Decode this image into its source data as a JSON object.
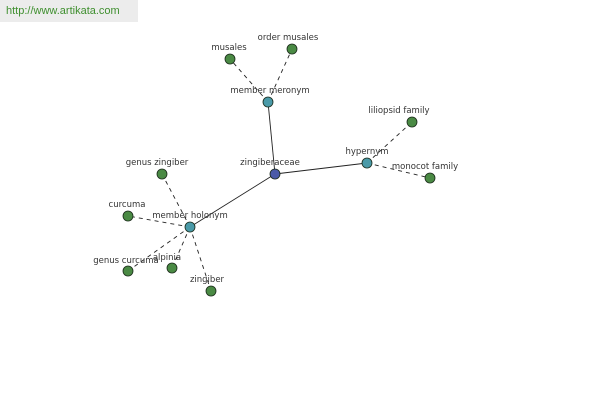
{
  "watermark": "http://www.artikata.com",
  "graph": {
    "nodes": [
      {
        "id": "zingiberaceae",
        "label": "zingiberaceae",
        "kind": "root"
      },
      {
        "id": "member-meronym",
        "label": "member meronym",
        "kind": "relation"
      },
      {
        "id": "hypernym",
        "label": "hypernym",
        "kind": "relation"
      },
      {
        "id": "member-holonym",
        "label": "member holonym",
        "kind": "relation"
      },
      {
        "id": "musales",
        "label": "musales",
        "kind": "term"
      },
      {
        "id": "order-musales",
        "label": "order musales",
        "kind": "term"
      },
      {
        "id": "liliopsid-family",
        "label": "liliopsid family",
        "kind": "term"
      },
      {
        "id": "monocot-family",
        "label": "monocot family",
        "kind": "term"
      },
      {
        "id": "genus-zingiber",
        "label": "genus zingiber",
        "kind": "term"
      },
      {
        "id": "curcuma",
        "label": "curcuma",
        "kind": "term"
      },
      {
        "id": "genus-curcuma",
        "label": "genus curcuma",
        "kind": "term"
      },
      {
        "id": "alpinia",
        "label": "alpinia",
        "kind": "term"
      },
      {
        "id": "zingiber",
        "label": "zingiber",
        "kind": "term"
      }
    ],
    "edges": [
      {
        "from": "zingiberaceae",
        "to": "member-meronym",
        "style": "solid"
      },
      {
        "from": "zingiberaceae",
        "to": "hypernym",
        "style": "solid"
      },
      {
        "from": "zingiberaceae",
        "to": "member-holonym",
        "style": "solid"
      },
      {
        "from": "member-meronym",
        "to": "musales",
        "style": "dashed"
      },
      {
        "from": "member-meronym",
        "to": "order-musales",
        "style": "dashed"
      },
      {
        "from": "hypernym",
        "to": "liliopsid-family",
        "style": "dashed"
      },
      {
        "from": "hypernym",
        "to": "monocot-family",
        "style": "dashed"
      },
      {
        "from": "member-holonym",
        "to": "genus-zingiber",
        "style": "dashed"
      },
      {
        "from": "member-holonym",
        "to": "curcuma",
        "style": "dashed"
      },
      {
        "from": "member-holonym",
        "to": "genus-curcuma",
        "style": "dashed"
      },
      {
        "from": "member-holonym",
        "to": "alpinia",
        "style": "dashed"
      },
      {
        "from": "member-holonym",
        "to": "zingiber",
        "style": "dashed"
      }
    ],
    "colors": {
      "root": "#4a5aa8",
      "relation": "#4a9aa8",
      "term": "#4a8a44",
      "outline": "#1a2a1a"
    }
  }
}
